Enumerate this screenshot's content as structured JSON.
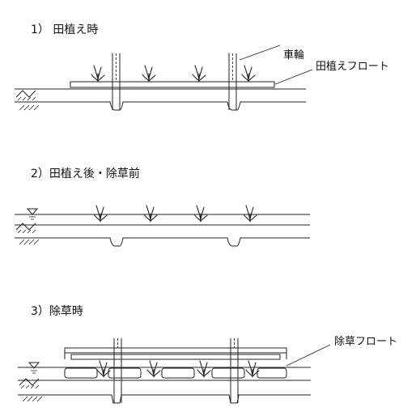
{
  "sections": [
    {
      "title": "1） 田植え時"
    },
    {
      "title": "2）田植え後・除草前"
    },
    {
      "title": "3）除草時"
    }
  ],
  "labels": {
    "wheel": "車輪",
    "planting_float": "田植えフロート",
    "weeding_float": "除草フロート"
  },
  "icons": {
    "ground": "ground-hatch-icon",
    "water": "water-level-icon",
    "plant": "rice-seedling-icon"
  }
}
